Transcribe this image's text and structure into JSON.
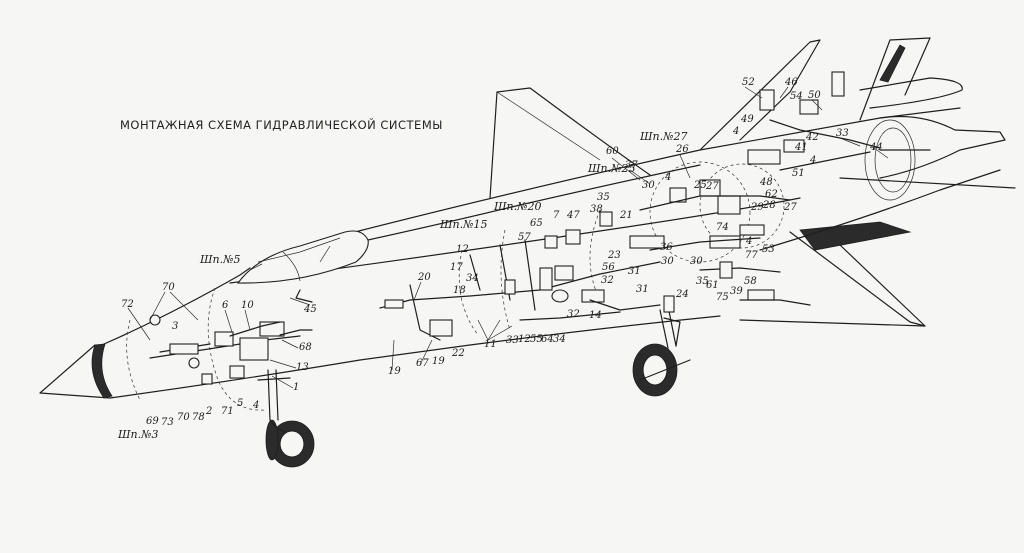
{
  "title": "МОНТАЖНАЯ СХЕМА ГИДРАВЛИЧЕСКОЙ СИСТЕМЫ",
  "frames": {
    "sp3": "Шп.№3",
    "sp5": "Шп.№5",
    "sp15": "Шп.№15",
    "sp20": "Шп.№20",
    "sp25": "Шп.№25",
    "sp27": "Шп.№27"
  },
  "callouts": {
    "c72": "72",
    "c70a": "70",
    "c3": "3",
    "c6": "6",
    "c10": "10",
    "c45": "45",
    "c68": "68",
    "c13": "13",
    "c1": "1",
    "c4a": "4",
    "c71": "71",
    "c5": "5",
    "c2": "2",
    "c78": "78",
    "c70b": "70",
    "c73": "73",
    "c69": "69",
    "c20": "20",
    "c19a": "19",
    "c67": "67",
    "c19b": "19",
    "c22": "22",
    "c12a": "12",
    "c17": "17",
    "c18": "18",
    "c34a": "34",
    "c11": "11",
    "c33": "33",
    "c12b": "12",
    "c55": "55",
    "c64": "64",
    "c34b": "34",
    "c32a": "32",
    "c14": "14",
    "c32b": "32",
    "c31a": "31",
    "c31b": "31",
    "c24": "24",
    "c56": "56",
    "c23": "23",
    "c30a": "30",
    "c36": "36",
    "c65": "65",
    "c57": "57",
    "c7": "7",
    "c47": "47",
    "c38": "38",
    "c35a": "35",
    "c21": "21",
    "c60": "60",
    "c37": "37",
    "c30b": "30",
    "c26": "26",
    "c4b": "4",
    "c25": "25",
    "c27a": "27",
    "c62": "62",
    "c28": "28",
    "c27b": "27",
    "c29": "29",
    "c74": "74",
    "c4c": "4",
    "c77": "77",
    "c53": "53",
    "c30c": "30",
    "c35b": "35",
    "c61": "61",
    "c75": "75",
    "c39": "39",
    "c58": "58",
    "c52": "52",
    "c46": "46",
    "c54": "54",
    "c50": "50",
    "c49": "49",
    "c4d": "4",
    "c42": "42",
    "c41": "41",
    "c33b": "33",
    "c4e": "4",
    "c51": "51",
    "c48": "48",
    "c44": "44"
  }
}
